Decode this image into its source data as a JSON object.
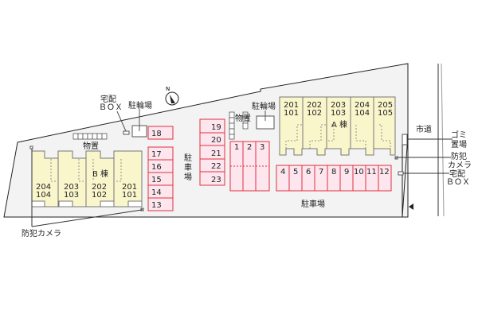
{
  "labels": {
    "takuhai_box_top": [
      "宅配",
      "ＢＯＸ"
    ],
    "bike_parking": "駐輪場",
    "storage": "物置",
    "building_b": "B 棟",
    "building_a": "A 棟",
    "parking_vertical": [
      "駐",
      "車",
      "場"
    ],
    "parking_bottom": "駐車場",
    "city_road": "市道",
    "garbage": [
      "ゴミ",
      "置場"
    ],
    "camera_right": [
      "防犯",
      "カメラ"
    ],
    "takuhai_box_right": [
      "宅配",
      "ＢＯＸ"
    ],
    "camera_left": "防犯カメラ",
    "compass": "N"
  },
  "building_b_units": [
    [
      "204",
      "104"
    ],
    [
      "203",
      "103"
    ],
    [
      "202",
      "102"
    ],
    [
      "201",
      "101"
    ]
  ],
  "building_a_units": [
    [
      "201",
      "101"
    ],
    [
      "202",
      "102"
    ],
    [
      "203",
      "103"
    ],
    [
      "204",
      "104"
    ],
    [
      "205",
      "105"
    ]
  ],
  "parking": {
    "left_column": [
      "17",
      "16",
      "15",
      "14",
      "13"
    ],
    "single": "18",
    "middle_column": [
      "19",
      "20",
      "21",
      "22",
      "23"
    ],
    "top_row": [
      "1",
      "2",
      "3"
    ],
    "bottom_row": [
      "4",
      "5",
      "6",
      "7",
      "8",
      "9",
      "10",
      "11",
      "12"
    ]
  },
  "colors": {
    "parking_fill": "#fde6ee",
    "parking_stroke": "#e03040",
    "building_fill": "#faf6cc",
    "site_fill": "#f3f3f3"
  }
}
